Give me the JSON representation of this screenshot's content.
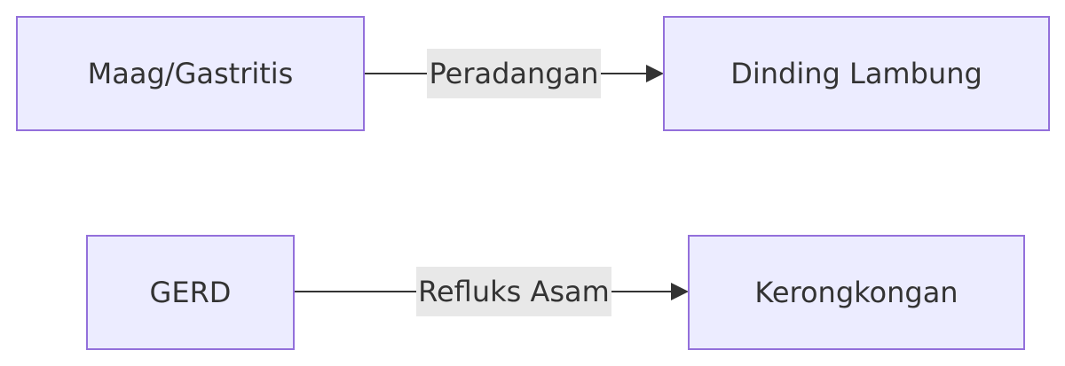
{
  "nodes": {
    "maag": "Maag/Gastritis",
    "dinding": "Dinding Lambung",
    "gerd": "GERD",
    "kerongkongan": "Kerongkongan"
  },
  "edges": {
    "maag_to_dinding": "Peradangan",
    "gerd_to_kerongkongan": "Refluks Asam"
  },
  "colors": {
    "node_fill": "#ececff",
    "node_stroke": "#9370db",
    "edge_label_bg": "#e8e8e8",
    "text": "#333333"
  }
}
